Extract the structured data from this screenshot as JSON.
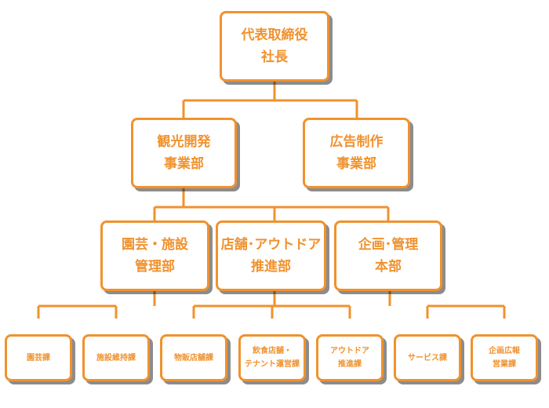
{
  "colors": {
    "accent": "#f0922e",
    "shadow": "#555555"
  },
  "nodes": {
    "ceo": "代表取締役\n社長",
    "tourism": "観光開発\n事業部",
    "advertising": "広告制作\n事業部",
    "gardening_facilities": "園芸・施設\n管理部",
    "stores_outdoor": "店舗･アウトドア\n推進部",
    "planning_management": "企画･管理\n本部",
    "gardening_section": "園芸課",
    "facility_maintenance_section": "施設維持課",
    "retail_store_section": "物販店舗課",
    "food_tenant_section": "飲食店舗・\nテナント運営課",
    "outdoor_promotion_section": "アウトドア\n推進課",
    "service_section": "サービス課",
    "planning_pr_sales_section": "企画広報\n営業課"
  }
}
